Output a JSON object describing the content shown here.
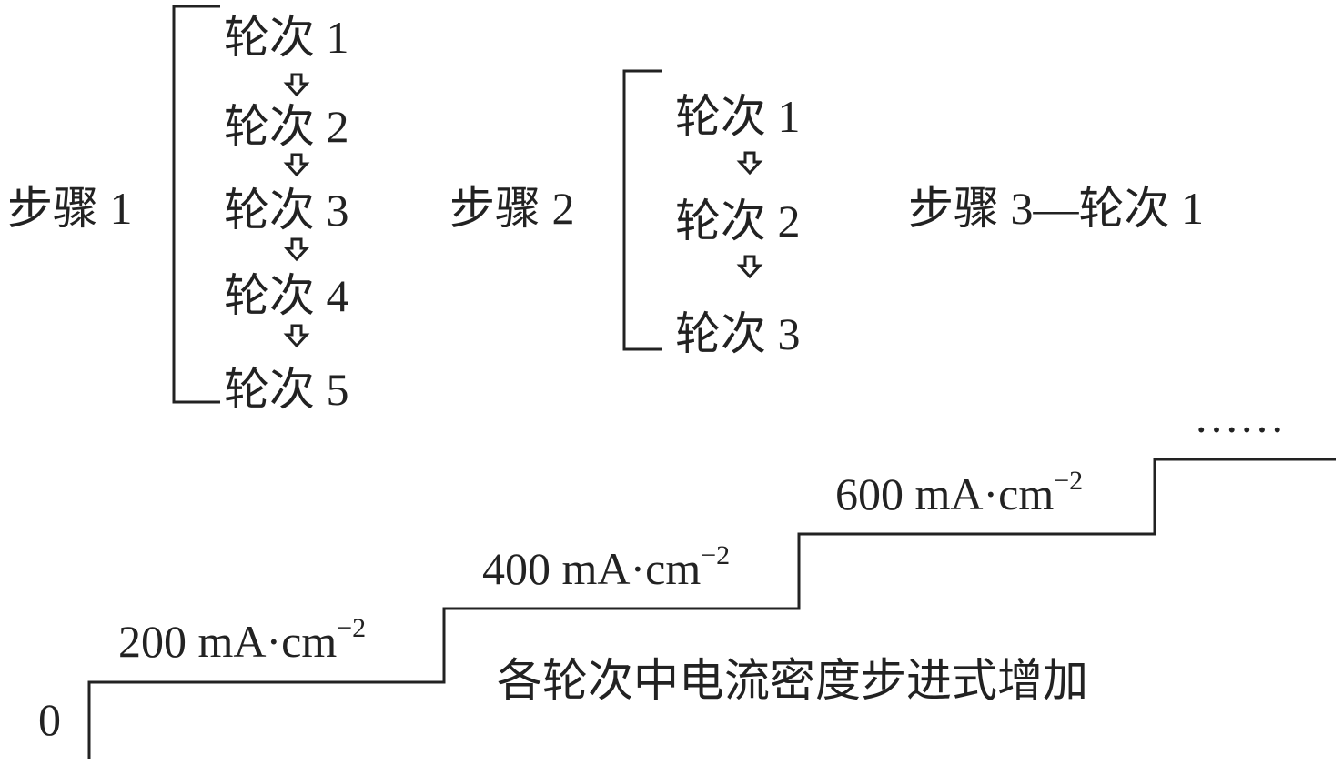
{
  "steps": [
    {
      "label": "步骤 1",
      "rounds": [
        "轮次 1",
        "轮次 2",
        "轮次 3",
        "轮次 4",
        "轮次 5"
      ]
    },
    {
      "label": "步骤 2",
      "rounds": [
        "轮次 1",
        "轮次 2",
        "轮次 3"
      ]
    },
    {
      "label": "步骤 3—轮次 1"
    }
  ],
  "ellipsis": "……",
  "staircase": {
    "origin_label": "0",
    "levels": [
      {
        "value": "200",
        "unit_base": "mA·cm",
        "unit_exp": "−2"
      },
      {
        "value": "400",
        "unit_base": "mA·cm",
        "unit_exp": "−2"
      },
      {
        "value": "600",
        "unit_base": "mA·cm",
        "unit_exp": "−2"
      }
    ],
    "caption": "各轮次中电流密度步进式增加"
  },
  "colors": {
    "ink": "#222222",
    "background": "#ffffff"
  }
}
